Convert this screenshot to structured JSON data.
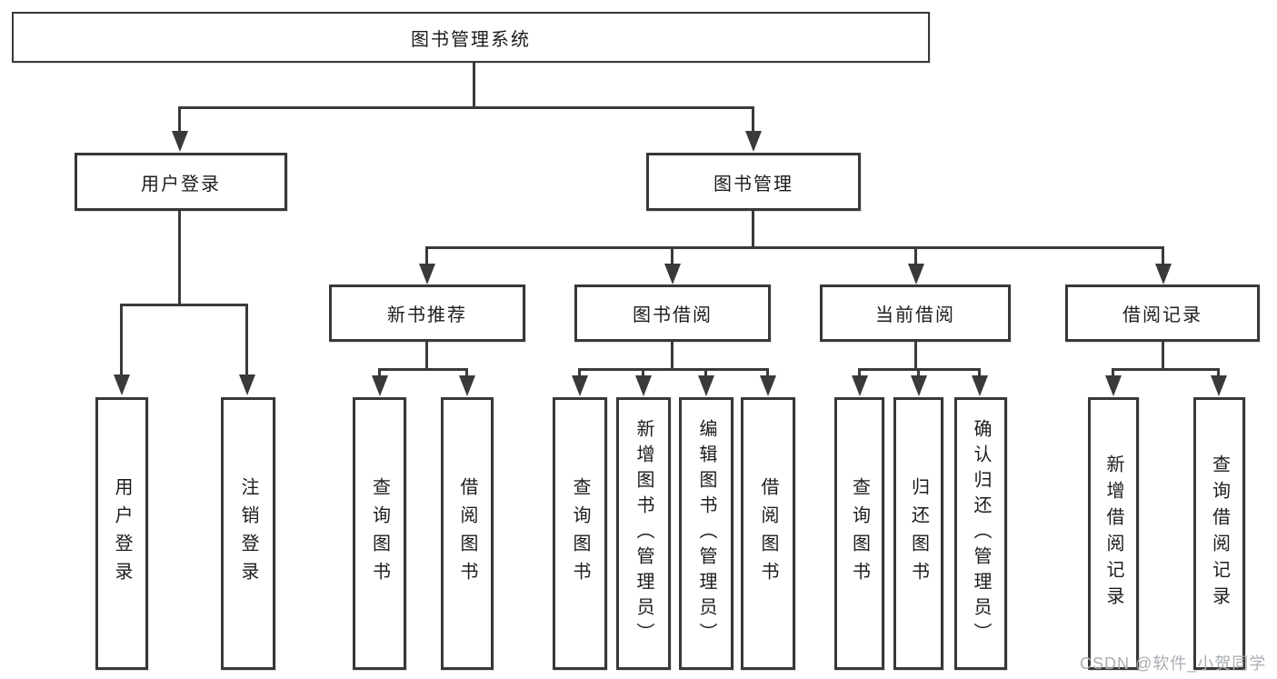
{
  "nodes": {
    "root": {
      "label": "图书管理系统"
    },
    "user_login": {
      "label": "用户登录"
    },
    "book_mgmt": {
      "label": "图书管理"
    },
    "leaf_user_login": {
      "label": "用户登录"
    },
    "leaf_logout": {
      "label": "注销登录"
    },
    "new_book": {
      "label": "新书推荐"
    },
    "book_borrow": {
      "label": "图书借阅"
    },
    "current_borrow": {
      "label": "当前借阅"
    },
    "borrow_record": {
      "label": "借阅记录"
    },
    "leaf_nb_query": {
      "label": "查询图书"
    },
    "leaf_nb_borrow": {
      "label": "借阅图书"
    },
    "leaf_bb_query": {
      "label": "查询图书"
    },
    "leaf_bb_add": {
      "label": "新增图书（管理员）"
    },
    "leaf_bb_edit": {
      "label": "编辑图书（管理员）"
    },
    "leaf_bb_borrow": {
      "label": "借阅图书"
    },
    "leaf_cb_query": {
      "label": "查询图书"
    },
    "leaf_cb_return": {
      "label": "归还图书"
    },
    "leaf_cb_confirm": {
      "label": "确认归还（管理员）"
    },
    "leaf_br_add": {
      "label": "新增借阅记录"
    },
    "leaf_br_query": {
      "label": "查询借阅记录"
    }
  },
  "watermark": {
    "text": "CSDN @软件_小贺同学"
  },
  "colors": {
    "line": "#3a3a3a",
    "box_border": "#383838",
    "text": "#1c1c1c",
    "watermark": "#a9adb2",
    "background": "#ffffff"
  }
}
